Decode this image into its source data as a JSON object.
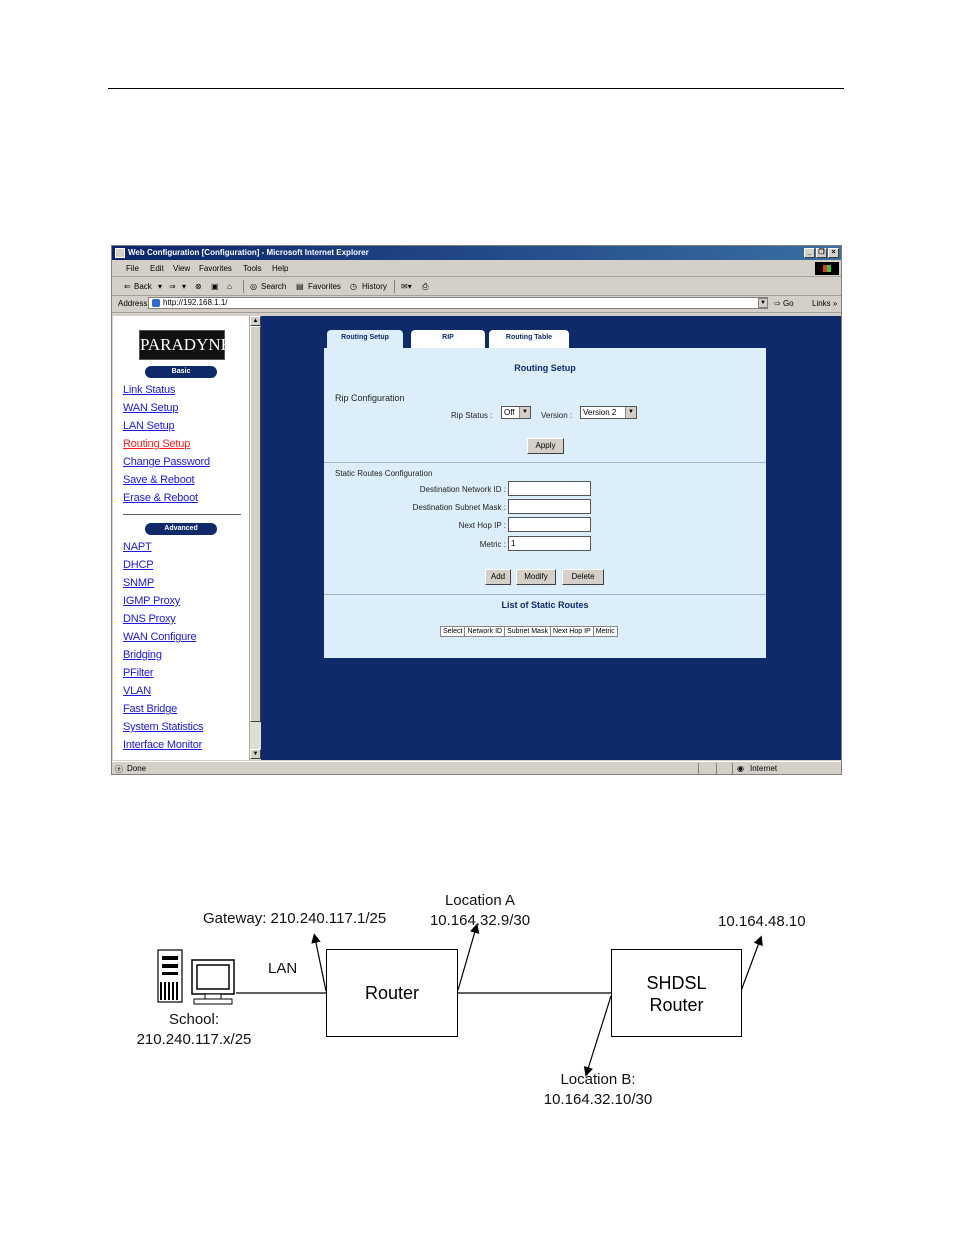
{
  "window": {
    "title": "Web Configuration [Configuration] - Microsoft Internet Explorer",
    "controls": [
      "_",
      "❐",
      "×"
    ]
  },
  "menu": [
    "File",
    "Edit",
    "View",
    "Favorites",
    "Tools",
    "Help"
  ],
  "toolbar": {
    "back": "Back",
    "search": "Search",
    "favorites": "Favorites",
    "history": "History"
  },
  "address": {
    "label": "Address",
    "url": "http://192.168.1.1/",
    "go": "Go",
    "links": "Links"
  },
  "sidebar": {
    "logo": "PARADYNE",
    "basic_label": "Basic",
    "basic_items": [
      "Link Status",
      "WAN Setup",
      "LAN Setup",
      "Routing Setup",
      "Change Password",
      "Save & Reboot",
      "Erase & Reboot"
    ],
    "active_item": "Routing Setup",
    "advanced_label": "Advanced",
    "advanced_items": [
      "NAPT",
      "DHCP",
      "SNMP",
      "IGMP Proxy",
      "DNS Proxy",
      "WAN Configure",
      "Bridging",
      "PFilter",
      "VLAN",
      "Fast Bridge",
      "System Statistics",
      "Interface Monitor"
    ]
  },
  "tabs": [
    "Routing Setup",
    "RIP",
    "Routing Table"
  ],
  "panel": {
    "title": "Routing Setup",
    "rip_section": "Rip Configuration",
    "rip_status_label": "Rip Status :",
    "rip_status_value": "Off",
    "version_label": "Version :",
    "version_value": "Version 2",
    "apply": "Apply",
    "static_section": "Static Routes Configuration",
    "fields": [
      {
        "label": "Destination Network ID :",
        "value": ""
      },
      {
        "label": "Destination Subnet Mask :",
        "value": ""
      },
      {
        "label": "Next Hop IP :",
        "value": ""
      },
      {
        "label": "Metric :",
        "value": "1"
      }
    ],
    "add": "Add",
    "modify": "Modify",
    "delete": "Delete",
    "list_title": "List of Static Routes",
    "columns": [
      "Select",
      "Network ID",
      "Subnet Mask",
      "Next Hop IP",
      "Metric"
    ]
  },
  "status": {
    "left": "Done",
    "zone": "Internet"
  },
  "diagram": {
    "gateway": "Gateway: 210.240.117.1/25",
    "location_a_title": "Location A",
    "location_a_ip": "10.164.32.9/30",
    "remote_ip": "10.164.48.10",
    "lan": "LAN",
    "router": "Router",
    "shdsl_line1": "SHDSL",
    "shdsl_line2": "Router",
    "school_line1": "School:",
    "school_line2": "210.240.117.x/25",
    "location_b_title": "Location B:",
    "location_b_ip": "10.164.32.10/30"
  }
}
